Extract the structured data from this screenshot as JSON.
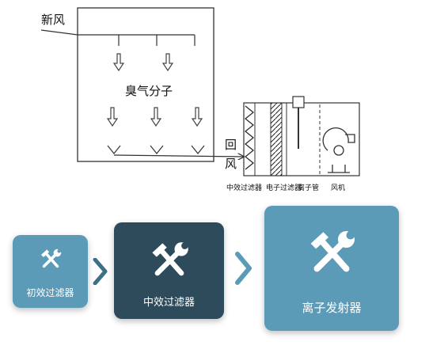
{
  "diagram": {
    "fresh_air_label": "新风",
    "ozone_label": "臭气分子",
    "return_air_label_1": "回",
    "return_air_label_2": "风",
    "component_labels": [
      "中效过滤器",
      "电子过滤器",
      "离子管",
      "风机"
    ]
  },
  "flow": {
    "steps": [
      {
        "label": "初效过滤器",
        "icon": "tools-icon",
        "color": "#5b9bb8"
      },
      {
        "label": "中效过滤器",
        "icon": "tools-icon",
        "color": "#2d4b5a"
      },
      {
        "label": "离子发射器",
        "icon": "tools-icon",
        "color": "#5b9bb8"
      }
    ],
    "arrow_color": "#3d6f86"
  }
}
